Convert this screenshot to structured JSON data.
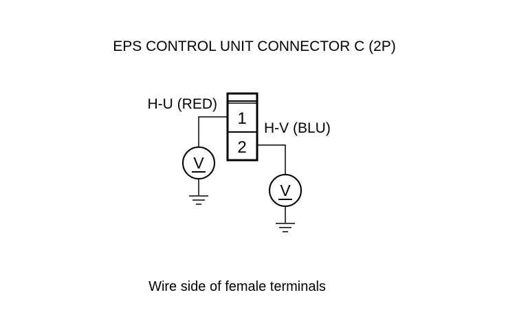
{
  "title": "EPS CONTROL UNIT CONNECTOR C (2P)",
  "connector": {
    "pins": [
      {
        "number": "1",
        "wire_label": "H-U (RED)"
      },
      {
        "number": "2",
        "wire_label": "H-V (BLU)"
      }
    ]
  },
  "meters": [
    {
      "symbol": "V",
      "icon": "voltmeter-icon"
    },
    {
      "symbol": "V",
      "icon": "voltmeter-icon"
    }
  ],
  "ground_icon": "ground-icon",
  "caption": "Wire side of female terminals",
  "colors": {
    "line": "#000000",
    "background": "#ffffff"
  }
}
